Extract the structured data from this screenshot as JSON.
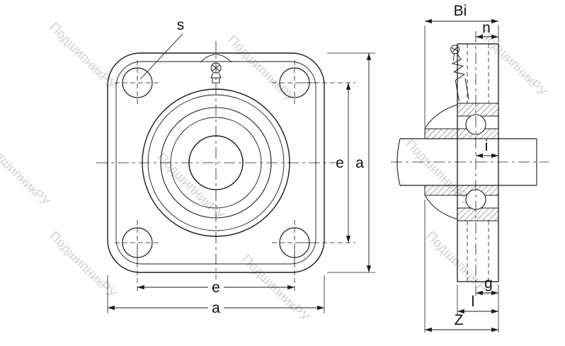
{
  "watermark": {
    "text": "ПодшипникРУ"
  },
  "dimensions": {
    "s": "s",
    "e": "e",
    "a": "a",
    "Bi": "Bi",
    "n": "n",
    "i": "i",
    "g": "g",
    "l": "l",
    "Z": "Z"
  }
}
